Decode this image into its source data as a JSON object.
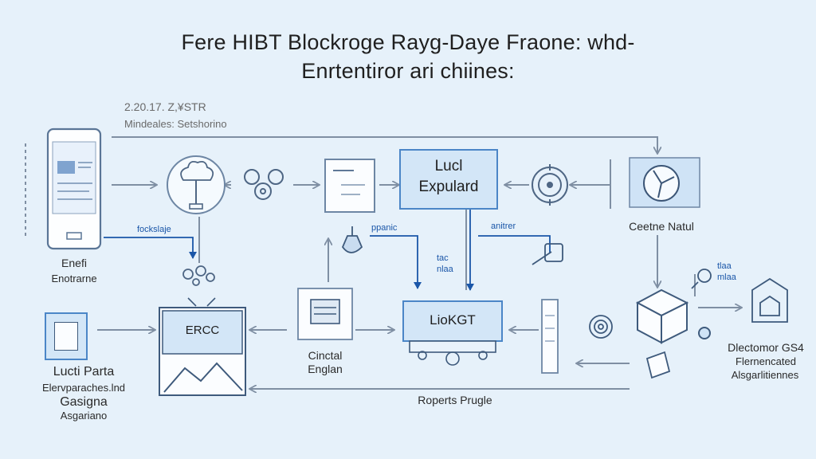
{
  "title": {
    "line1": "Fere HIBT Blockroge Rayg-Daye Fraone: whd-",
    "line2": "Enrtentiror ari chiines:"
  },
  "meta": {
    "line1": "2.20.17. Z,¥STR",
    "line2": "Mindeales: Setshorino"
  },
  "nodes": {
    "left_device": {
      "line1": "Enefi",
      "line2": "Enotrarne"
    },
    "left_doc": {
      "line1": "Lucti Parta",
      "line2": "Elervparaches.lnd",
      "line3": "Gasigna",
      "line4": "Asgariano"
    },
    "center_box": {
      "line1": "Lucl",
      "line2": "Expulard"
    },
    "ercc": "ERCC",
    "liokgt": "LioKGT",
    "cinctal": {
      "line1": "Cinctal",
      "line2": "Englan"
    },
    "roperts": "Roperts Prugle",
    "top_right": "Ceetne Natul",
    "far_right": {
      "line1": "Dlectomor GS4",
      "line2": "Flernencated",
      "line3": "Alsgarlitiennes"
    }
  },
  "annotations": {
    "fockslaje": "fockslaje",
    "ppanic": "ppanic",
    "anitrer": "anitrer",
    "tac": "tac",
    "nlaa": "nlaa",
    "tlaa": "tlaa",
    "mlaa": "mlaa"
  },
  "colors": {
    "background": "#e6f1fa",
    "line": "#7f8fa3",
    "accent_blue": "#1a56a8",
    "box_fill": "#d3e6f7",
    "box_stroke": "#4b86c7"
  }
}
